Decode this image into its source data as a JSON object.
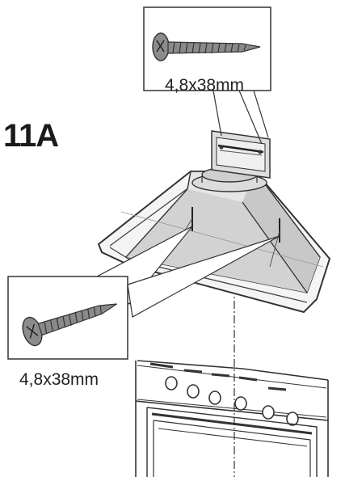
{
  "step": {
    "label": "11A"
  },
  "screws": {
    "top_caption": "4,8x38mm",
    "bottom_caption": "4,8x38mm"
  }
}
